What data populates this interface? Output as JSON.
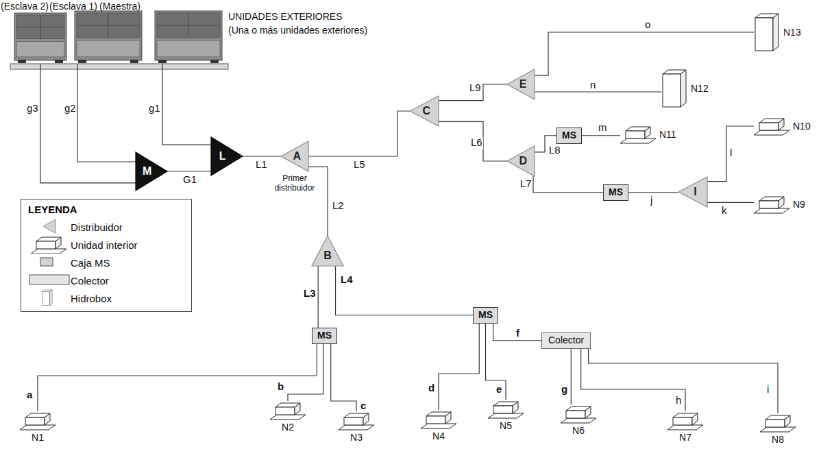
{
  "diagram": {
    "nodes": [
      {
        "text": [
          "(Esclava 2)"
        ]
      },
      {
        "text": [
          "(Esclava 1)"
        ]
      },
      {
        "text": [
          "(Maestra)"
        ]
      },
      {
        "text": [
          "M"
        ]
      },
      {
        "text": [
          "L"
        ]
      },
      {
        "text": [
          "A",
          "Primer distribuidor"
        ]
      },
      {
        "text": [
          "C"
        ]
      },
      {
        "text": [
          "E"
        ]
      },
      {
        "text": [
          "N13"
        ]
      },
      {
        "text": [
          "N12"
        ]
      },
      {
        "text": [
          "D"
        ]
      },
      {
        "text": [
          "MS"
        ]
      },
      {
        "text": [
          "N11"
        ]
      },
      {
        "text": [
          "MS"
        ]
      },
      {
        "text": [
          "I"
        ]
      },
      {
        "text": [
          "N10"
        ]
      },
      {
        "text": [
          "N9"
        ]
      },
      {
        "text": [
          "B"
        ]
      },
      {
        "text": [
          "MS"
        ]
      },
      {
        "text": [
          "MS"
        ]
      },
      {
        "text": [
          "Colector"
        ]
      },
      {
        "text": [
          "N1"
        ]
      },
      {
        "text": [
          "N2"
        ]
      },
      {
        "text": [
          "N3"
        ]
      },
      {
        "text": [
          "N4"
        ]
      },
      {
        "text": [
          "N5"
        ]
      },
      {
        "text": [
          "N6"
        ]
      },
      {
        "text": [
          "N7"
        ]
      },
      {
        "text": [
          "N8"
        ]
      }
    ],
    "edges": [
      {
        "from": 2,
        "to": 4,
        "arrow": "none",
        "label": "g1"
      },
      {
        "from": 1,
        "to": 3,
        "arrow": "none",
        "label": "g2"
      },
      {
        "from": 0,
        "to": 3,
        "arrow": "none",
        "label": "g3"
      },
      {
        "from": 3,
        "to": 4,
        "arrow": "none",
        "label": "G1"
      },
      {
        "from": 4,
        "to": 5,
        "arrow": "none",
        "label": "L1"
      },
      {
        "from": 5,
        "to": 17,
        "arrow": "none",
        "label": "L2"
      },
      {
        "from": 5,
        "to": 6,
        "arrow": "none",
        "label": "L5"
      },
      {
        "from": 6,
        "to": 7,
        "arrow": "none",
        "label": "L9"
      },
      {
        "from": 6,
        "to": 10,
        "arrow": "none",
        "label": "L6"
      },
      {
        "from": 7,
        "to": 8,
        "arrow": "none",
        "label": "o"
      },
      {
        "from": 7,
        "to": 9,
        "arrow": "none",
        "label": "n"
      },
      {
        "from": 10,
        "to": 11,
        "arrow": "none",
        "label": "L8"
      },
      {
        "from": 11,
        "to": 12,
        "arrow": "none",
        "label": "m"
      },
      {
        "from": 10,
        "to": 13,
        "arrow": "none",
        "label": "L7"
      },
      {
        "from": 13,
        "to": 14,
        "arrow": "none",
        "label": "j"
      },
      {
        "from": 14,
        "to": 15,
        "arrow": "none",
        "label": "l"
      },
      {
        "from": 14,
        "to": 16,
        "arrow": "none",
        "label": "k"
      },
      {
        "from": 17,
        "to": 18,
        "arrow": "none",
        "label": "L3"
      },
      {
        "from": 17,
        "to": 19,
        "arrow": "none",
        "label": "L4"
      },
      {
        "from": 18,
        "to": 21,
        "arrow": "none",
        "label": "a"
      },
      {
        "from": 18,
        "to": 22,
        "arrow": "none",
        "label": "b"
      },
      {
        "from": 18,
        "to": 23,
        "arrow": "none",
        "label": "c"
      },
      {
        "from": 19,
        "to": 24,
        "arrow": "none",
        "label": "d"
      },
      {
        "from": 19,
        "to": 25,
        "arrow": "none",
        "label": "e"
      },
      {
        "from": 19,
        "to": 20,
        "arrow": "none",
        "label": "f"
      },
      {
        "from": 20,
        "to": 26,
        "arrow": "none",
        "label": "g"
      },
      {
        "from": 20,
        "to": 27,
        "arrow": "none",
        "label": "h"
      },
      {
        "from": 20,
        "to": 28,
        "arrow": "none",
        "label": "i"
      }
    ],
    "labels": [
      "UNIDADES EXTERIORES",
      "(Una o más unidades exteriores)",
      "LEYENDA"
    ],
    "legend": [
      {
        "text": "Distribuidor"
      },
      {
        "text": "Unidad interior"
      },
      {
        "text": "Caja MS"
      },
      {
        "text": "Colector"
      },
      {
        "text": "Hidrobox"
      }
    ]
  }
}
